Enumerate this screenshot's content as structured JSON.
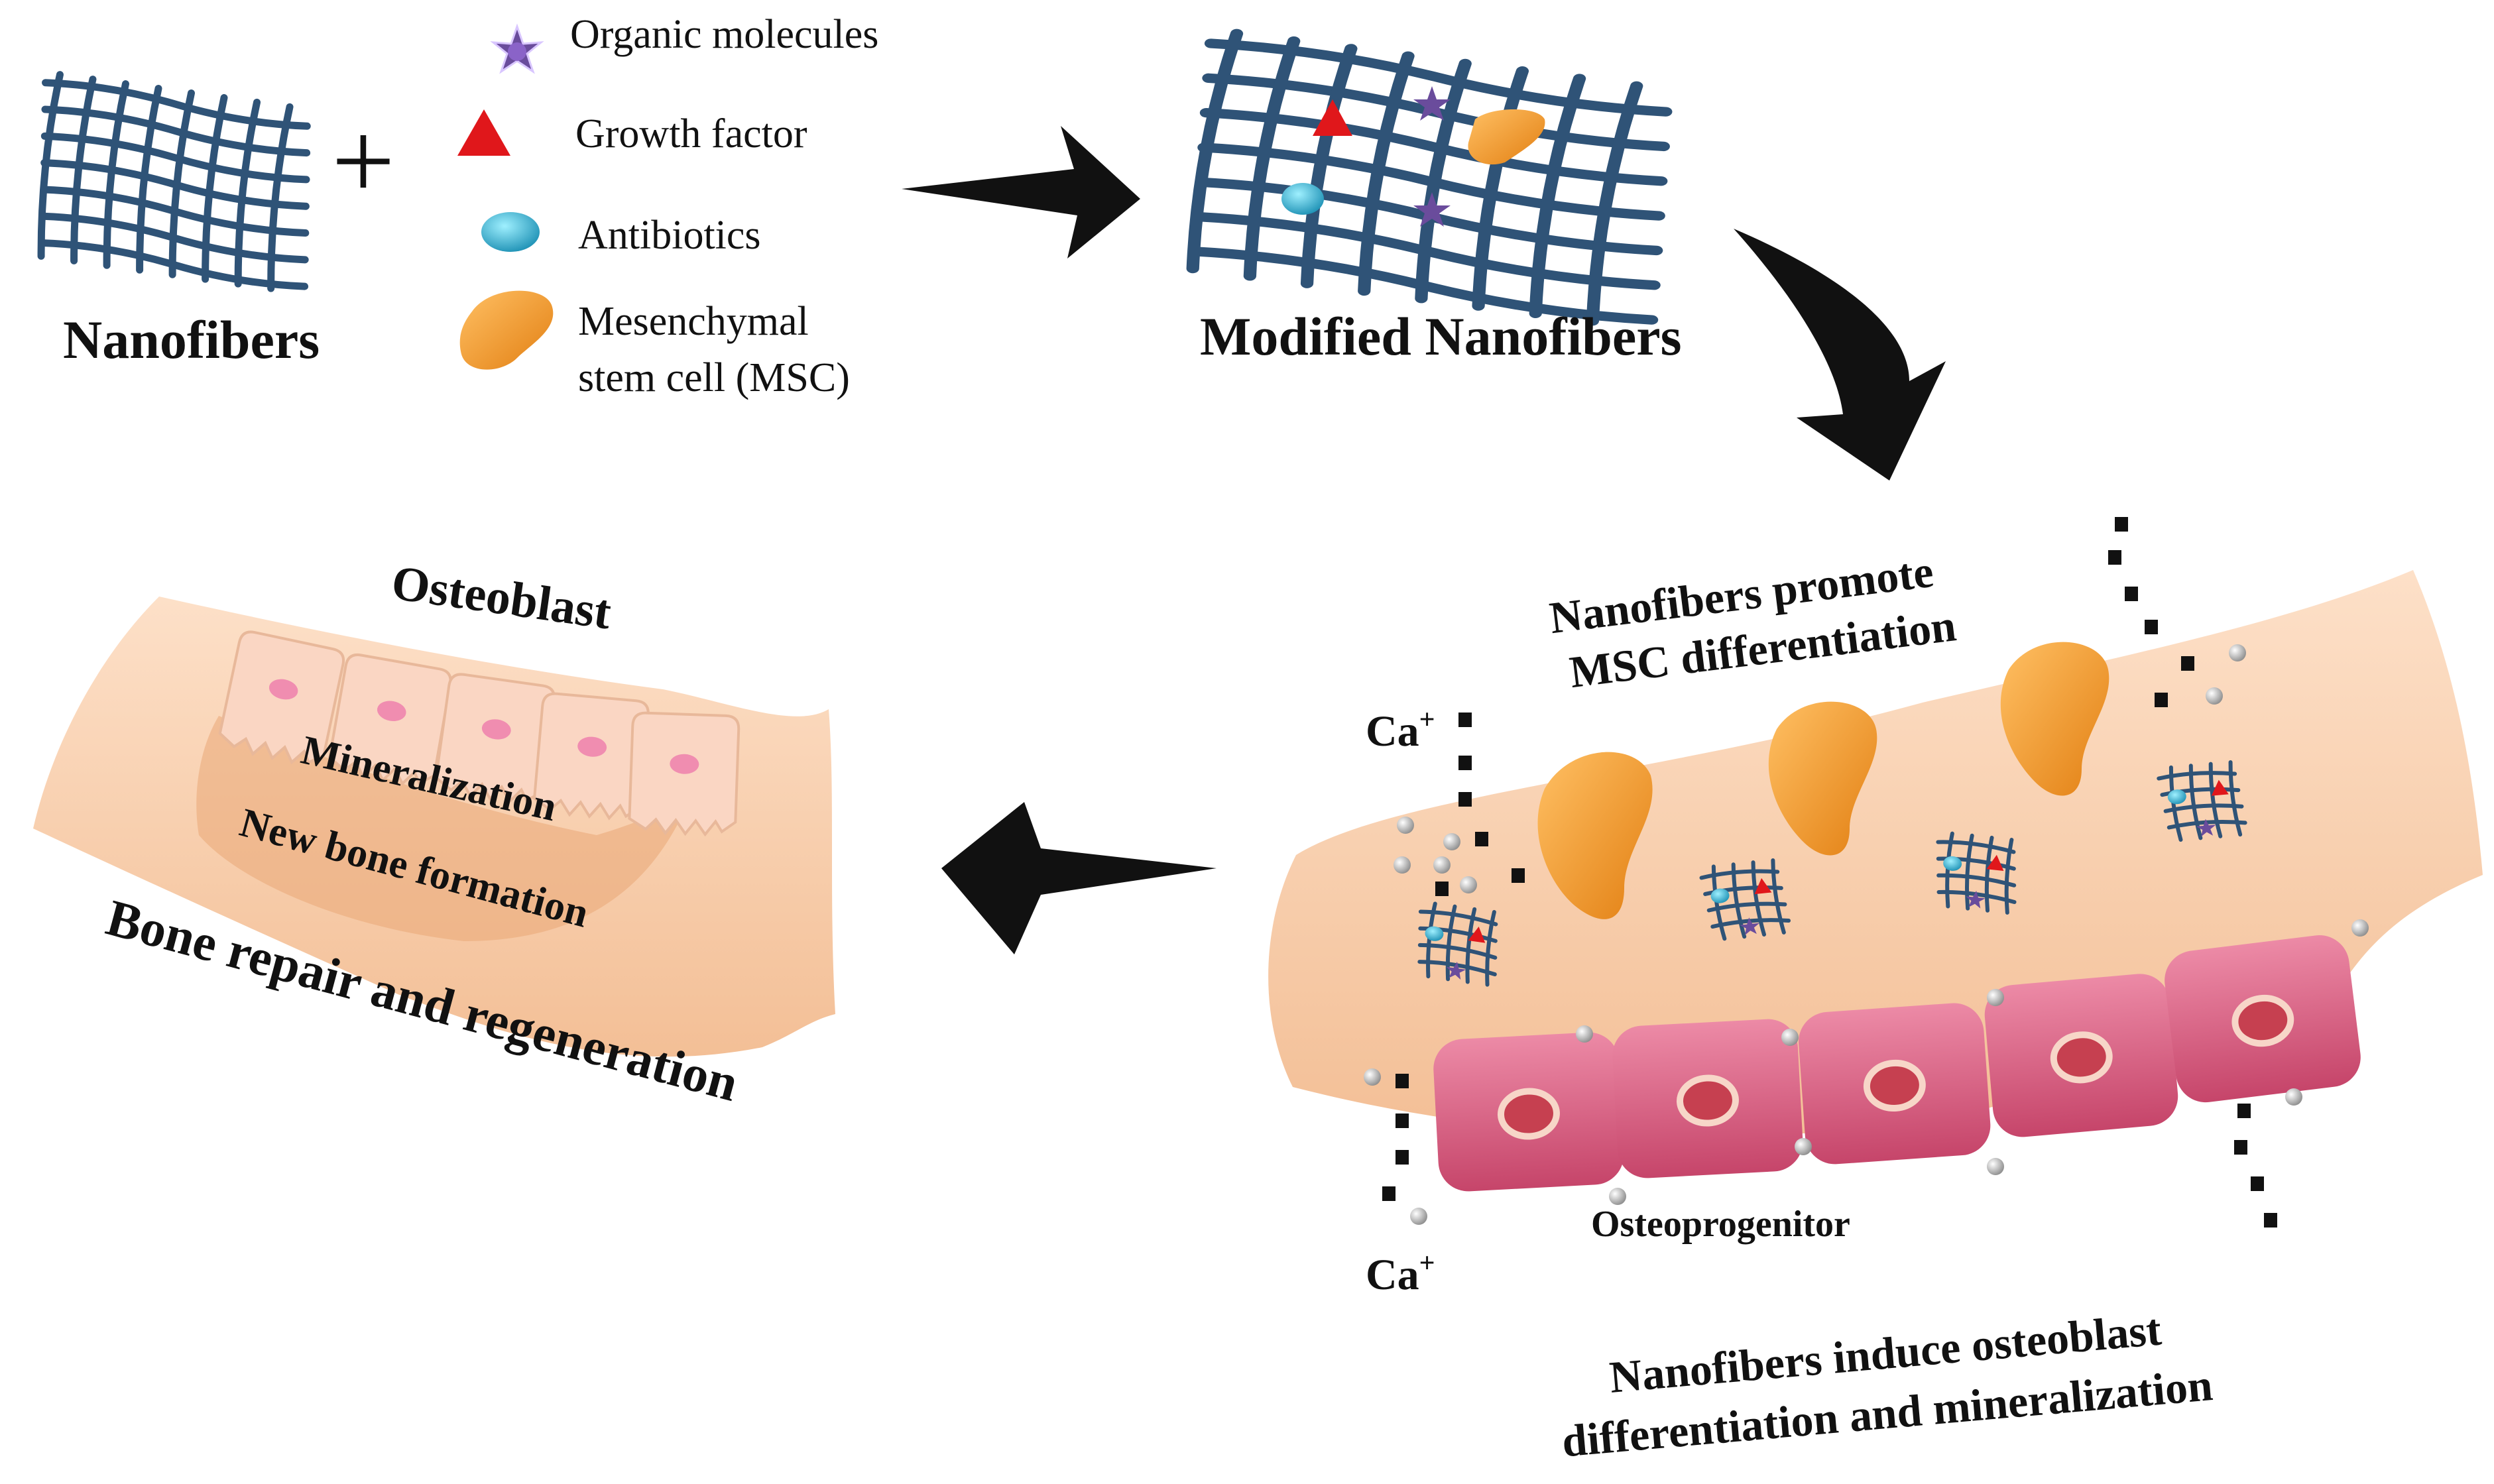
{
  "top": {
    "nanofibers_label": "Nanofibers",
    "plus": "+",
    "legend": [
      {
        "icon": "star-icon",
        "label": "Organic molecules"
      },
      {
        "icon": "triangle-icon",
        "label": "Growth factor"
      },
      {
        "icon": "ellipse-icon",
        "label": "Antibiotics"
      },
      {
        "icon": "cell-icon",
        "label_line1": "Mesenchymal",
        "label_line2": "stem cell (MSC)"
      }
    ],
    "modified_label": "Modified Nanofibers"
  },
  "right_panel": {
    "promote_line1": "Nanofibers promote",
    "promote_line2": "MSC differentiation",
    "ca_top": "Ca",
    "ca_bottom": "Ca",
    "ca_sup": "+",
    "osteoprogenitor": "Osteoprogenitor",
    "induce_line1": "Nanofibers induce osteoblast",
    "induce_line2": "differentiation and mineralization"
  },
  "left_panel": {
    "osteoblast": "Osteoblast",
    "mineralization": "Mineralization",
    "new_bone": "New bone formation",
    "repair": "Bone repair and regeneration"
  },
  "colors": {
    "fiber": "#2f5377",
    "msc": "#f29422",
    "bone": "#f6c8a2",
    "osteoprogenitor": "#d2577a",
    "growth_factor": "#e0171b",
    "antibiotic": "#31b7d6",
    "molecule": "#6a4c9c"
  }
}
